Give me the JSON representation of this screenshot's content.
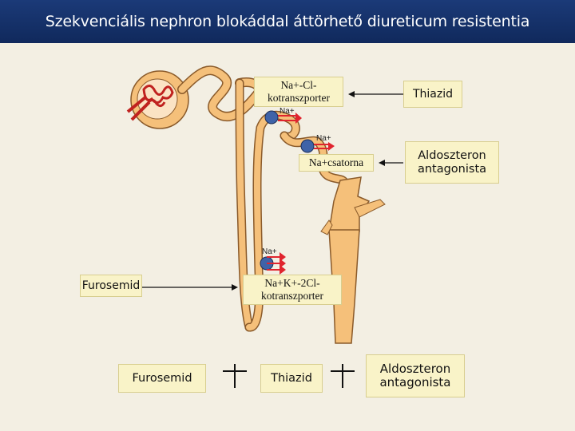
{
  "title": "Szekvenciális nephron blokáddal áttörhető diureticum resistentia",
  "diagram": {
    "nacl_cotransporter": [
      "Na+-Cl-",
      "kotranszporter"
    ],
    "thiazid_top": "Thiazid",
    "na_channel": "Na+csatorna",
    "aldosteron_right": [
      "Aldoszteron",
      "antagonista"
    ],
    "furosemid_left": "Furosemid",
    "nkcc_cotransporter": [
      "Na+K+-2Cl-",
      "kotranszporter"
    ],
    "na_label_top": "Na+",
    "na_label_mid": "Na+",
    "na_label_loop": "Na+"
  },
  "bottom_row": {
    "furosemid": "Furosemid",
    "thiazid": "Thiazid",
    "aldosteron": [
      "Aldoszteron",
      "antagonista"
    ]
  },
  "colors": {
    "title_bg": "#10295c",
    "box_bg": "#f9f3c8",
    "tubule": "#f5c07a",
    "transporter": "#3f63a8",
    "ion_arrow": "#e0242e"
  }
}
